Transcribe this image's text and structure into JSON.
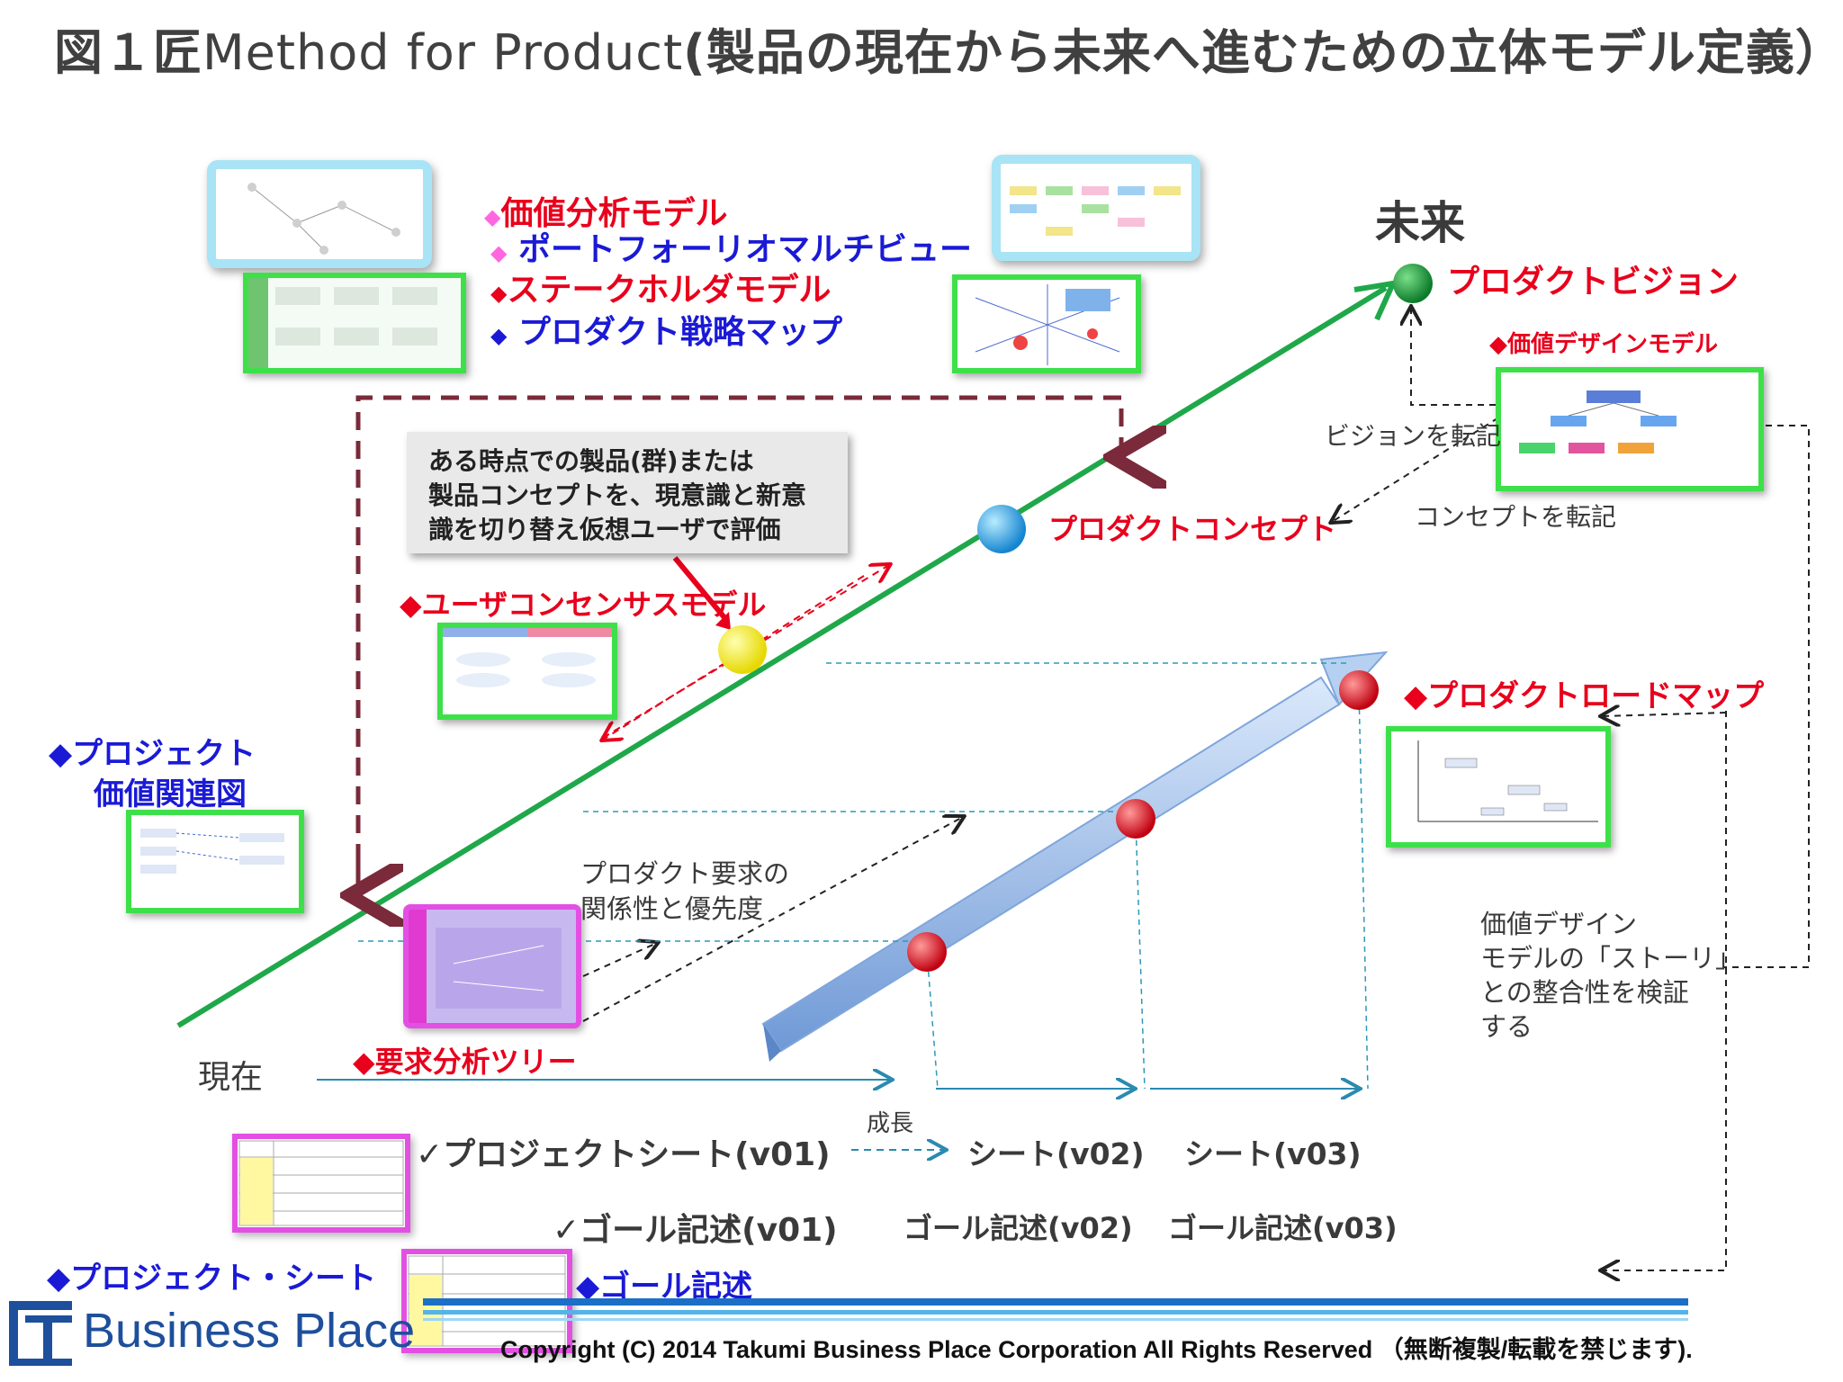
{
  "title": {
    "prefix": "図１匠",
    "latin": "Method for Product",
    "rest": "(製品の現在から未来へ進むための立体モデル定義）"
  },
  "labels": {
    "future": "未来",
    "present": "現在",
    "product_vision": "プロダクトビジョン",
    "product_concept": "プロダクトコンセプト",
    "product_roadmap": "◆プロダクトロードマップ",
    "value_analysis_model": "価値分析モデル",
    "portfolio_view": "ポートフォーリオマルチビュー",
    "stakeholder_model": "ステークホルダモデル",
    "product_strategy_map": "プロダクト戦略マップ",
    "value_design_model": "◆価値デザインモデル",
    "vision_transcribe": "ビジョンを転記",
    "concept_transcribe": "コンセプトを転記",
    "user_consensus_model": "◆ユーザコンセンサスモデル",
    "project_value_map_line1": "◆プロジェクト",
    "project_value_map_line2": "価値関連図",
    "requirement_relation_line1": "プロダクト要求の",
    "requirement_relation_line2": "関係性と優先度",
    "requirement_tree": "◆要求分析ツリー",
    "story_check_line1": "価値デザイン",
    "story_check_line2": "モデルの「ストーリ」",
    "story_check_line3": "との整合性を検証",
    "story_check_line4": "する",
    "growth": "成長",
    "project_sheet_v01": "✓プロジェクトシート(v01)",
    "sheet_v02": "シート(v02)",
    "sheet_v03": "シート(v03)",
    "goal_v01": "✓ゴール記述(v01)",
    "goal_v02": "ゴール記述(v02)",
    "goal_v03": "ゴール記述(v03)",
    "project_sheet": "◆プロジェクト・シート",
    "goal_description": "◆ゴール記述"
  },
  "callout": {
    "line1": "ある時点での製品(群)または",
    "line2": "製品コンセプトを、現意識と新意",
    "line3": "識を切り替え仮想ユーザで評価"
  },
  "footer": {
    "logo_text": "Business Place",
    "copyright": "Copyright (C) 2014 Takumi Business Place Corporation All Rights Reserved （無断複製/転載を禁じます)."
  },
  "colors": {
    "green_arrow": "#1fa84a",
    "blue_arrow": "#8fb6e8",
    "red": "#e8001c",
    "blue": "#1a1ad6",
    "pink": "#ff66e0",
    "dashed_brown": "#7a2a3a"
  }
}
